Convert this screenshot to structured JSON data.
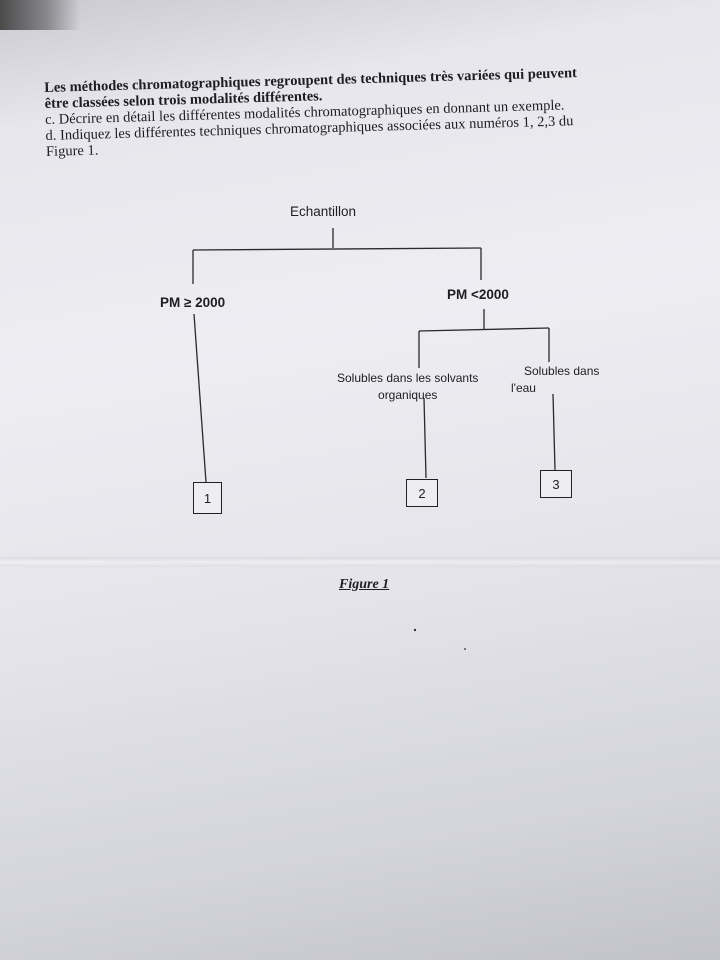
{
  "document": {
    "intro_line1": "Les méthodes chromatographiques regroupent des techniques très variées qui peuvent",
    "intro_line2": "être classées selon trois modalités différentes.",
    "question_c": "c. Décrire en détail les différentes modalités chromatographiques en donnant un exemple.",
    "question_d_line1": "d. Indiquez les différentes techniques chromatographiques associées aux numéros 1, 2,3 du",
    "question_d_line2": "Figure 1."
  },
  "diagram": {
    "root": "Echantillon",
    "left_branch": "PM ≥ 2000",
    "right_branch": "PM <2000",
    "sub_left": "Solubles dans les solvants organiques",
    "sub_left_line1": "Solubles dans les solvants",
    "sub_left_line2": "organiques",
    "sub_right_line1": "Solubles dans",
    "sub_right_line2": "l'eau",
    "box1": "1",
    "box2": "2",
    "box3": "3"
  },
  "caption": "Figure 1"
}
